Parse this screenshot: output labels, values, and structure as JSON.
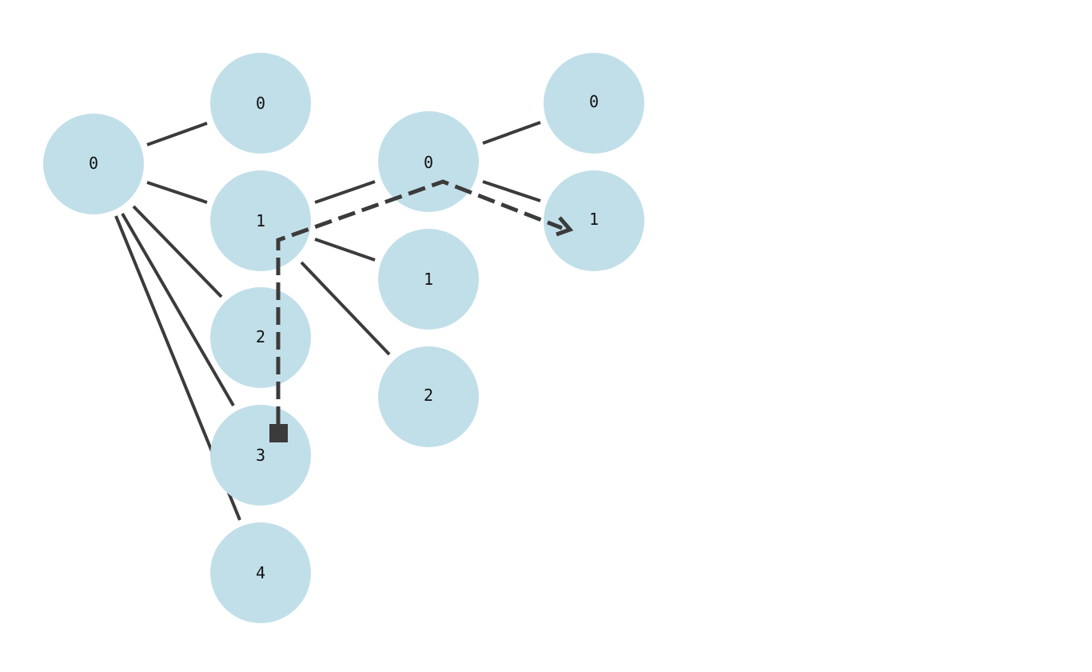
{
  "diagram": {
    "colors": {
      "node_fill": "#c1dfe9",
      "edge": "#3b3b3b",
      "label": "#111111"
    },
    "columns": [
      {
        "nodes": [
          "0"
        ]
      },
      {
        "nodes": [
          "0",
          "1",
          "2",
          "3",
          "4"
        ]
      },
      {
        "nodes": [
          "0",
          "1",
          "2"
        ]
      },
      {
        "nodes": [
          "0",
          "1"
        ]
      }
    ],
    "edges": [
      {
        "from": "col1-node0",
        "to": "col2-node0"
      },
      {
        "from": "col1-node0",
        "to": "col2-node1"
      },
      {
        "from": "col1-node0",
        "to": "col2-node2"
      },
      {
        "from": "col1-node0",
        "to": "col2-node3"
      },
      {
        "from": "col1-node0",
        "to": "col2-node4"
      },
      {
        "from": "col2-node1",
        "to": "col3-node0"
      },
      {
        "from": "col2-node1",
        "to": "col3-node1"
      },
      {
        "from": "col2-node1",
        "to": "col3-node2"
      },
      {
        "from": "col3-node0",
        "to": "col4-node0"
      },
      {
        "from": "col3-node0",
        "to": "col4-node1"
      }
    ],
    "highlighted_path": {
      "style": "dashed",
      "start_marker": "square",
      "end_marker": "arrow",
      "start_node": "col2-node3",
      "via": [
        "col2-node1",
        "col3-node0"
      ],
      "end_node": "col4-node1"
    }
  }
}
